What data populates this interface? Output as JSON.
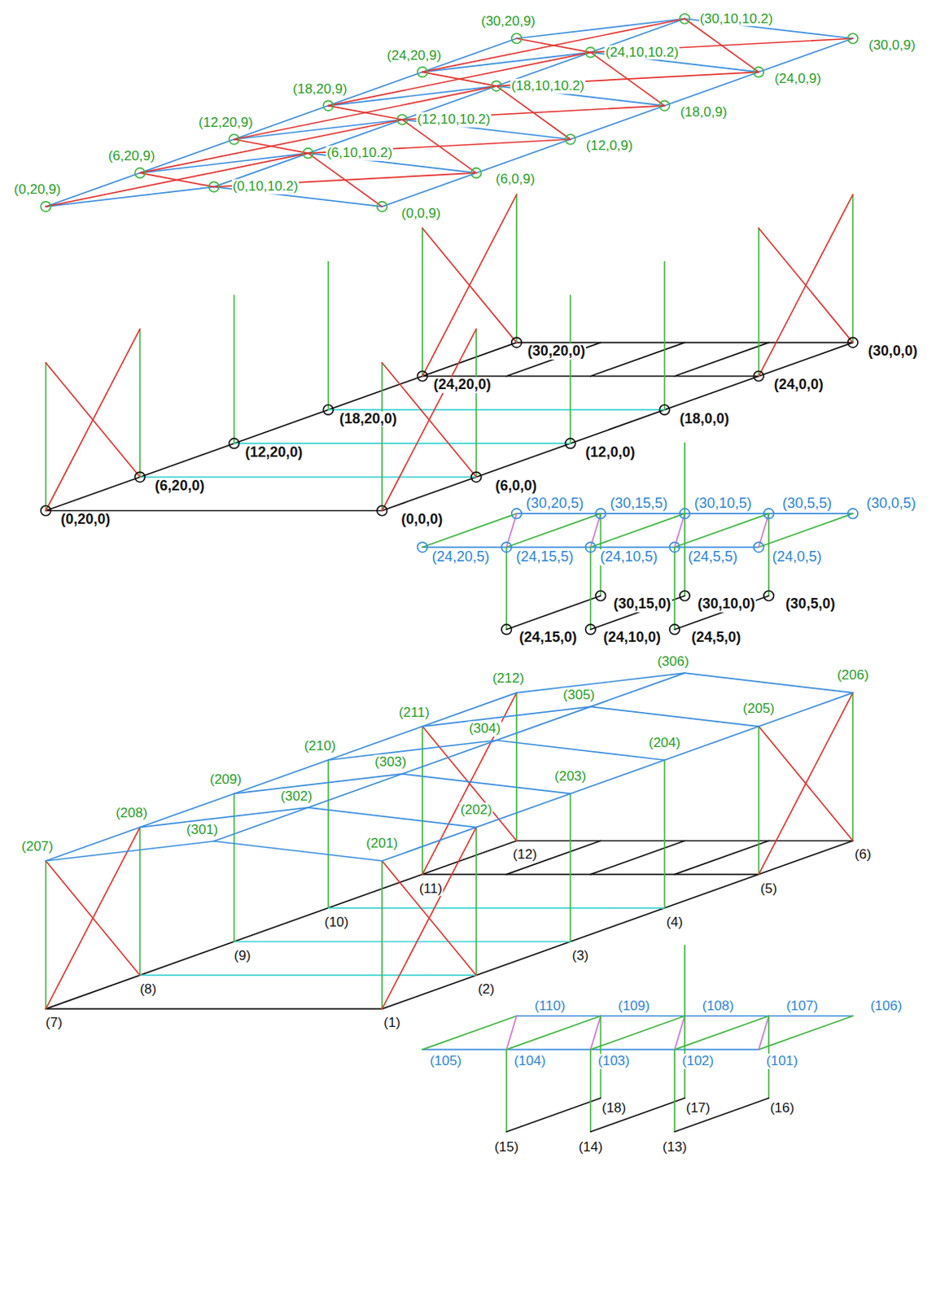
{
  "diagram": {
    "labels": [
      "(30,20,9)",
      "(30,10,10.2)",
      "(30,0,9)",
      "(24,20,9)",
      "(24,10,10.2)",
      "(24,0,9)",
      "(18,20,9)",
      "(18,10,10.2)",
      "(18,0,9)",
      "(12,20,9)",
      "(12,10,10.2)",
      "(12,0,9)",
      "(6,20,9)",
      "(6,10,10.2)",
      "(6,0,9)",
      "(0,20,9)",
      "(0,10,10.2)",
      "(0,0,9)",
      "(30,20,0)",
      "(30,0,0)",
      "(24,20,0)",
      "(24,0,0)",
      "(18,20,0)",
      "(18,0,0)",
      "(12,20,0)",
      "(12,0,0)",
      "(6,20,0)",
      "(6,0,0)",
      "(0,20,0)",
      "(0,0,0)",
      "(30,20,5)",
      "(30,15,5)",
      "(30,10,5)",
      "(30,5,5)",
      "(30,0,5)",
      "(24,20,5)",
      "(24,15,5)",
      "(24,10,5)",
      "(24,5,5)",
      "(24,0,5)",
      "(30,15,0)",
      "(30,10,0)",
      "(30,5,0)",
      "(24,15,0)",
      "(24,10,0)",
      "(24,5,0)",
      "(306)",
      "(305)",
      "(304)",
      "(303)",
      "(302)",
      "(301)",
      "(212)",
      "(211)",
      "(210)",
      "(209)",
      "(208)",
      "(207)",
      "(206)",
      "(205)",
      "(204)",
      "(203)",
      "(202)",
      "(201)",
      "(12)",
      "(11)",
      "(10)",
      "(9)",
      "(8)",
      "(7)",
      "(6)",
      "(5)",
      "(4)",
      "(3)",
      "(2)",
      "(1)",
      "(110)",
      "(109)",
      "(108)",
      "(107)",
      "(106)",
      "(105)",
      "(104)",
      "(103)",
      "(102)",
      "(101)",
      "(18)",
      "(17)",
      "(16)",
      "(15)",
      "(14)",
      "(13)"
    ]
  }
}
